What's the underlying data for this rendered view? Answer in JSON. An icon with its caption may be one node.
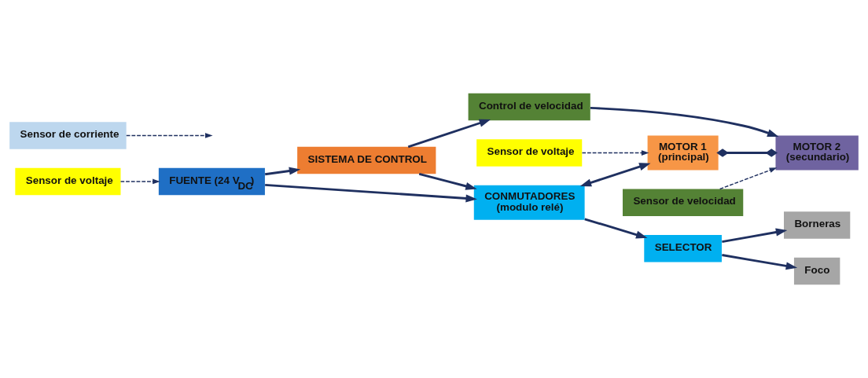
{
  "diagram": {
    "nodes": [
      {
        "text": [
          "FUENTE (24 V$_{DC}$)"
        ]
      },
      {
        "text": [
          "SISTEMA DE CONTROL"
        ]
      },
      {
        "text": [
          "Control de velocidad"
        ]
      },
      {
        "text": [
          "Sensor de voltaje"
        ]
      },
      {
        "text": [
          "Sensor de corriente"
        ]
      },
      {
        "text": [
          "CONMUTADORES",
          "(modulo relé)"
        ]
      },
      {
        "text": [
          "MOTOR 1",
          "(principal)"
        ]
      },
      {
        "text": [
          "MOTOR 2",
          "(secundario)"
        ]
      },
      {
        "text": [
          "Sensor de voltaje"
        ]
      },
      {
        "text": [
          "Foco"
        ]
      },
      {
        "text": [
          "SELECTOR"
        ]
      },
      {
        "text": [
          "Borneras"
        ]
      },
      {
        "text": [
          "Sensor de velocidad"
        ]
      }
    ],
    "edges": [
      {
        "from": 0,
        "to": 1,
        "arrow": "to"
      },
      {
        "from": 1,
        "to": 2,
        "arrow": "to"
      },
      {
        "from": 2,
        "to": 7,
        "arrow": "to"
      },
      {
        "from": 1,
        "to": 5,
        "arrow": "to"
      },
      {
        "from": 0,
        "to": 5,
        "arrow": "to"
      },
      {
        "from": 8,
        "to": 0,
        "arrow": "to",
        "style": "dashed"
      },
      {
        "from": 5,
        "to": 6,
        "arrow": "both"
      },
      {
        "from": 4,
        "to": null,
        "arrow": "to",
        "style": "dashed"
      },
      {
        "from": 3,
        "to": 6,
        "arrow": "to",
        "style": "dashed"
      },
      {
        "from": 6,
        "to": 7,
        "arrow": "other"
      },
      {
        "from": 12,
        "to": 7,
        "arrow": "to",
        "style": "dashed"
      },
      {
        "from": 5,
        "to": 10,
        "arrow": "to"
      },
      {
        "from": 10,
        "to": 9,
        "arrow": "to"
      },
      {
        "from": 10,
        "to": 11,
        "arrow": "to"
      }
    ]
  }
}
